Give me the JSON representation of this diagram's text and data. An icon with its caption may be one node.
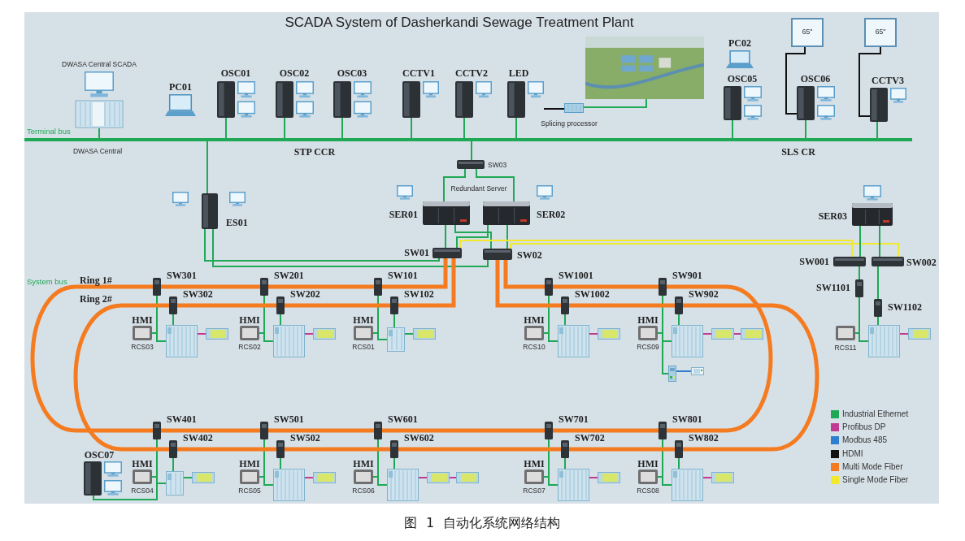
{
  "diagram": {
    "title": "SCADA System of Dasherkandi Sewage Treatment Plant",
    "caption": "图 1 自动化系统网络结构",
    "nodes": [
      {
        "text": [
          "Terminal bus"
        ]
      },
      {
        "text": [
          "DWASA Central SCADA"
        ]
      },
      {
        "text": [
          "PC01"
        ]
      },
      {
        "text": [
          "OSC01"
        ]
      },
      {
        "text": [
          "OSC02"
        ]
      },
      {
        "text": [
          "OSC03"
        ]
      },
      {
        "text": [
          "CCTV1"
        ]
      },
      {
        "text": [
          "CCTV2"
        ]
      },
      {
        "text": [
          "LED"
        ]
      },
      {
        "text": [
          "Splicing processor"
        ]
      },
      {
        "text": [],
        "shape": "picture"
      },
      {
        "text": [
          "PC02"
        ]
      },
      {
        "text": [
          "OSC05"
        ]
      },
      {
        "text": [
          "65\""
        ]
      },
      {
        "text": [
          "OSC06"
        ]
      },
      {
        "text": [
          "65\""
        ]
      },
      {
        "text": [
          "CCTV3"
        ]
      },
      {
        "text": [
          "SW03"
        ]
      },
      {
        "text": [
          "SER01"
        ]
      },
      {
        "text": [
          "SER02"
        ]
      },
      {
        "text": [
          "ES01"
        ]
      },
      {
        "text": [
          "SER03"
        ]
      },
      {
        "text": [
          "SW01"
        ]
      },
      {
        "text": [
          "SW02"
        ]
      },
      {
        "text": [
          "SW001"
        ]
      },
      {
        "text": [
          "SW002"
        ]
      },
      {
        "text": [
          "SW1101"
        ]
      },
      {
        "text": [
          "SW1102"
        ]
      },
      {
        "text": [
          "SW301"
        ]
      },
      {
        "text": [
          "SW302"
        ]
      },
      {
        "text": [
          "HMI",
          "RCS03"
        ]
      },
      {
        "text": [],
        "shape": "picture"
      },
      {
        "text": [],
        "shape": "picture"
      },
      {
        "text": [
          "SW201"
        ]
      },
      {
        "text": [
          "SW202"
        ]
      },
      {
        "text": [
          "HMI",
          "RCS02"
        ]
      },
      {
        "text": [],
        "shape": "picture"
      },
      {
        "text": [],
        "shape": "picture"
      },
      {
        "text": [
          "SW101"
        ]
      },
      {
        "text": [
          "SW102"
        ]
      },
      {
        "text": [
          "HMI",
          "RCS01"
        ]
      },
      {
        "text": [],
        "shape": "picture"
      },
      {
        "text": [],
        "shape": "picture"
      },
      {
        "text": [
          "SW1001"
        ]
      },
      {
        "text": [
          "SW1002"
        ]
      },
      {
        "text": [
          "HMI",
          "RCS10"
        ]
      },
      {
        "text": [],
        "shape": "picture"
      },
      {
        "text": [],
        "shape": "picture"
      },
      {
        "text": [
          "SW901"
        ]
      },
      {
        "text": [
          "SW902"
        ]
      },
      {
        "text": [
          "HMI",
          "RCS09"
        ]
      },
      {
        "text": [],
        "shape": "picture"
      },
      {
        "text": [],
        "shape": "picture"
      },
      {
        "text": [],
        "shape": "picture"
      },
      {
        "text": [],
        "shape": "picture"
      },
      {
        "text": [],
        "shape": "picture"
      },
      {
        "text": [
          "RCS11"
        ]
      },
      {
        "text": [],
        "shape": "picture"
      },
      {
        "text": [],
        "shape": "picture"
      },
      {
        "text": [
          "SW401"
        ]
      },
      {
        "text": [
          "SW402"
        ]
      },
      {
        "text": [
          "OSC07"
        ]
      },
      {
        "text": [
          "HMI",
          "RCS04"
        ]
      },
      {
        "text": [],
        "shape": "picture"
      },
      {
        "text": [],
        "shape": "picture"
      },
      {
        "text": [
          "SW501"
        ]
      },
      {
        "text": [
          "SW502"
        ]
      },
      {
        "text": [
          "HMI",
          "RCS05"
        ]
      },
      {
        "text": [],
        "shape": "picture"
      },
      {
        "text": [],
        "shape": "picture"
      },
      {
        "text": [
          "SW601"
        ]
      },
      {
        "text": [
          "SW602"
        ]
      },
      {
        "text": [
          "HMI",
          "RCS06"
        ]
      },
      {
        "text": [],
        "shape": "picture"
      },
      {
        "text": [],
        "shape": "picture"
      },
      {
        "text": [],
        "shape": "picture"
      },
      {
        "text": [
          "SW701"
        ]
      },
      {
        "text": [
          "SW702"
        ]
      },
      {
        "text": [
          "HMI",
          "RCS07"
        ]
      },
      {
        "text": [],
        "shape": "picture"
      },
      {
        "text": [],
        "shape": "picture"
      },
      {
        "text": [
          "SW801"
        ]
      },
      {
        "text": [
          "SW802"
        ]
      },
      {
        "text": [
          "HMI",
          "RCS08"
        ]
      },
      {
        "text": [],
        "shape": "picture"
      },
      {
        "text": [],
        "shape": "picture"
      }
    ],
    "edges": [
      {
        "from": 1,
        "to": 0,
        "arrow": "none"
      },
      {
        "from": 3,
        "to": 0,
        "arrow": "none"
      },
      {
        "from": 4,
        "to": 0,
        "arrow": "none"
      },
      {
        "from": 5,
        "to": 0,
        "arrow": "none"
      },
      {
        "from": 6,
        "to": 0,
        "arrow": "none"
      },
      {
        "from": 7,
        "to": 0,
        "arrow": "none"
      },
      {
        "from": 8,
        "to": 0,
        "arrow": "none"
      },
      {
        "from": 12,
        "to": 0,
        "arrow": "none"
      },
      {
        "from": 14,
        "to": 0,
        "arrow": "none"
      },
      {
        "from": 16,
        "to": 0,
        "arrow": "none"
      },
      {
        "from": 17,
        "to": 0,
        "arrow": "none"
      },
      {
        "from": 20,
        "to": 0,
        "arrow": "none"
      },
      {
        "from": 8,
        "to": 9,
        "arrow": "none",
        "color": "#111111"
      },
      {
        "from": 9,
        "to": 10,
        "arrow": "none"
      },
      {
        "from": 13,
        "to": 14,
        "arrow": "none",
        "color": "#111111"
      },
      {
        "from": 15,
        "to": 16,
        "arrow": "none",
        "color": "#111111"
      },
      {
        "from": 17,
        "to": 18,
        "arrow": "none"
      },
      {
        "from": 17,
        "to": 19,
        "arrow": "none"
      },
      {
        "from": 18,
        "to": 22,
        "arrow": "none"
      },
      {
        "from": 18,
        "to": 23,
        "arrow": "none"
      },
      {
        "from": 19,
        "to": 22,
        "arrow": "none"
      },
      {
        "from": 19,
        "to": 23,
        "arrow": "none"
      },
      {
        "from": 20,
        "to": 22,
        "arrow": "none"
      },
      {
        "from": 20,
        "to": 23,
        "arrow": "none"
      },
      {
        "from": 22,
        "to": 24,
        "arrow": "none",
        "color": "#f2e92a"
      },
      {
        "from": 23,
        "to": 25,
        "arrow": "none",
        "color": "#f2e92a"
      },
      {
        "from": 21,
        "to": 24,
        "arrow": "none"
      },
      {
        "from": 21,
        "to": 25,
        "arrow": "none"
      },
      {
        "from": 24,
        "to": 26,
        "arrow": "none"
      },
      {
        "from": 25,
        "to": 27,
        "arrow": "none"
      },
      {
        "from": 26,
        "to": 56,
        "arrow": "none"
      },
      {
        "from": 26,
        "to": 57,
        "arrow": "none"
      },
      {
        "from": 27,
        "to": 57,
        "arrow": "none"
      },
      {
        "from": 57,
        "to": 58,
        "arrow": "none",
        "color": "#c23a92"
      },
      {
        "from": 28,
        "to": 30,
        "arrow": "none"
      },
      {
        "from": 28,
        "to": 31,
        "arrow": "none"
      },
      {
        "from": 29,
        "to": 31,
        "arrow": "none"
      },
      {
        "from": 31,
        "to": 32,
        "arrow": "none",
        "color": "#c23a92"
      },
      {
        "from": 33,
        "to": 35,
        "arrow": "none"
      },
      {
        "from": 33,
        "to": 36,
        "arrow": "none"
      },
      {
        "from": 34,
        "to": 36,
        "arrow": "none"
      },
      {
        "from": 36,
        "to": 37,
        "arrow": "none",
        "color": "#c23a92"
      },
      {
        "from": 38,
        "to": 40,
        "arrow": "none"
      },
      {
        "from": 38,
        "to": 41,
        "arrow": "none"
      },
      {
        "from": 39,
        "to": 41,
        "arrow": "none"
      },
      {
        "from": 41,
        "to": 42,
        "arrow": "none"
      },
      {
        "from": 43,
        "to": 45,
        "arrow": "none"
      },
      {
        "from": 43,
        "to": 46,
        "arrow": "none"
      },
      {
        "from": 44,
        "to": 46,
        "arrow": "none"
      },
      {
        "from": 46,
        "to": 47,
        "arrow": "none",
        "color": "#c23a92"
      },
      {
        "from": 48,
        "to": 50,
        "arrow": "none"
      },
      {
        "from": 48,
        "to": 51,
        "arrow": "none"
      },
      {
        "from": 49,
        "to": 51,
        "arrow": "none"
      },
      {
        "from": 51,
        "to": 52,
        "arrow": "none",
        "color": "#c23a92"
      },
      {
        "from": 52,
        "to": 53,
        "arrow": "none",
        "color": "#c23a92"
      },
      {
        "from": 48,
        "to": 54,
        "arrow": "none"
      },
      {
        "from": 54,
        "to": 55,
        "arrow": "none",
        "color": "#2f7fd0"
      },
      {
        "from": 59,
        "to": 62,
        "arrow": "none"
      },
      {
        "from": 59,
        "to": 63,
        "arrow": "none"
      },
      {
        "from": 60,
        "to": 63,
        "arrow": "none"
      },
      {
        "from": 63,
        "to": 64,
        "arrow": "none"
      },
      {
        "from": 59,
        "to": 61,
        "arrow": "none"
      },
      {
        "from": 65,
        "to": 67,
        "arrow": "none"
      },
      {
        "from": 65,
        "to": 68,
        "arrow": "none"
      },
      {
        "from": 66,
        "to": 68,
        "arrow": "none"
      },
      {
        "from": 68,
        "to": 69,
        "arrow": "none",
        "color": "#c23a92"
      },
      {
        "from": 70,
        "to": 72,
        "arrow": "none"
      },
      {
        "from": 70,
        "to": 73,
        "arrow": "none"
      },
      {
        "from": 71,
        "to": 73,
        "arrow": "none"
      },
      {
        "from": 73,
        "to": 74,
        "arrow": "none",
        "color": "#c23a92"
      },
      {
        "from": 74,
        "to": 75,
        "arrow": "none",
        "color": "#c23a92"
      },
      {
        "from": 76,
        "to": 78,
        "arrow": "none"
      },
      {
        "from": 76,
        "to": 79,
        "arrow": "none"
      },
      {
        "from": 77,
        "to": 79,
        "arrow": "none"
      },
      {
        "from": 79,
        "to": 80,
        "arrow": "none",
        "color": "#c23a92"
      },
      {
        "from": 81,
        "to": 83,
        "arrow": "none"
      },
      {
        "from": 81,
        "to": 84,
        "arrow": "none"
      },
      {
        "from": 82,
        "to": 84,
        "arrow": "none"
      },
      {
        "from": 84,
        "to": 85,
        "arrow": "none",
        "color": "#c23a92"
      },
      {
        "from": 28,
        "to": 33,
        "arrow": "none",
        "style": "thick",
        "color": "#f47b20"
      },
      {
        "from": 33,
        "to": 38,
        "arrow": "none",
        "style": "thick",
        "color": "#f47b20"
      },
      {
        "from": 38,
        "to": 22,
        "arrow": "none",
        "style": "thick",
        "color": "#f47b20"
      },
      {
        "from": 23,
        "to": 43,
        "arrow": "none",
        "style": "thick",
        "color": "#f47b20"
      },
      {
        "from": 43,
        "to": 48,
        "arrow": "none",
        "style": "thick",
        "color": "#f47b20"
      },
      {
        "from": 48,
        "to": 81,
        "arrow": "none",
        "style": "thick",
        "color": "#f47b20"
      },
      {
        "from": 81,
        "to": 76,
        "arrow": "none",
        "style": "thick",
        "color": "#f47b20"
      },
      {
        "from": 76,
        "to": 70,
        "arrow": "none",
        "style": "thick",
        "color": "#f47b20"
      },
      {
        "from": 70,
        "to": 65,
        "arrow": "none",
        "style": "thick",
        "color": "#f47b20"
      },
      {
        "from": 65,
        "to": 59,
        "arrow": "none",
        "style": "thick",
        "color": "#f47b20"
      },
      {
        "from": 59,
        "to": 28,
        "arrow": "none",
        "style": "thick",
        "color": "#f47b20"
      },
      {
        "from": 29,
        "to": 34,
        "arrow": "none",
        "style": "thick",
        "color": "#f47b20"
      },
      {
        "from": 34,
        "to": 39,
        "arrow": "none",
        "style": "thick",
        "color": "#f47b20"
      },
      {
        "from": 39,
        "to": 22,
        "arrow": "none",
        "style": "thick",
        "color": "#f47b20"
      },
      {
        "from": 23,
        "to": 44,
        "arrow": "none",
        "style": "thick",
        "color": "#f47b20"
      },
      {
        "from": 44,
        "to": 49,
        "arrow": "none",
        "style": "thick",
        "color": "#f47b20"
      },
      {
        "from": 49,
        "to": 82,
        "arrow": "none",
        "style": "thick",
        "color": "#f47b20"
      },
      {
        "from": 82,
        "to": 77,
        "arrow": "none",
        "style": "thick",
        "color": "#f47b20"
      },
      {
        "from": 77,
        "to": 71,
        "arrow": "none",
        "style": "thick",
        "color": "#f47b20"
      },
      {
        "from": 71,
        "to": 66,
        "arrow": "none",
        "style": "thick",
        "color": "#f47b20"
      },
      {
        "from": 66,
        "to": 60,
        "arrow": "none",
        "style": "thick",
        "color": "#f47b20"
      },
      {
        "from": 60,
        "to": 29,
        "arrow": "none",
        "style": "thick",
        "color": "#f47b20"
      }
    ],
    "labels": [
      "DWASA Central",
      "STP CCR",
      "SLS CR",
      "Redundant Server",
      "System bus",
      "Ring 1#",
      "Ring 2#"
    ],
    "legend": [
      {
        "text": "Industrial Ethernet",
        "color": "#1fa855"
      },
      {
        "text": "Profibus DP",
        "color": "#c23a92"
      },
      {
        "text": "Modbus 485",
        "color": "#2f7fd0"
      },
      {
        "text": "HDMI",
        "color": "#111111"
      },
      {
        "text": "Multi Mode Fiber",
        "color": "#f47b20"
      },
      {
        "text": "Single Mode Fiber",
        "color": "#f2e92a"
      }
    ]
  }
}
